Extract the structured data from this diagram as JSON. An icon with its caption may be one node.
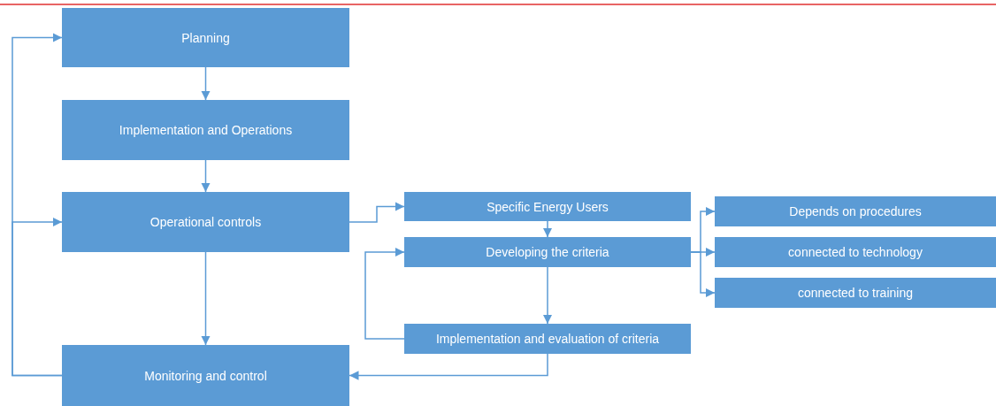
{
  "diagram": {
    "nodes": [
      {
        "text": [
          "Planning"
        ]
      },
      {
        "text": [
          "Implementation and Operations"
        ]
      },
      {
        "text": [
          "Operational controls"
        ]
      },
      {
        "text": [
          "Monitoring and control"
        ]
      },
      {
        "text": [
          "Specific Energy Users"
        ]
      },
      {
        "text": [
          "Developing the criteria"
        ]
      },
      {
        "text": [
          "Implementation and evaluation of criteria"
        ]
      },
      {
        "text": [
          "Depends on procedures"
        ]
      },
      {
        "text": [
          "connected to technology"
        ]
      },
      {
        "text": [
          "connected to training"
        ]
      }
    ],
    "edges": [
      {
        "from": 0,
        "to": 1,
        "arrow": "to"
      },
      {
        "from": 1,
        "to": 2,
        "arrow": "to"
      },
      {
        "from": 2,
        "to": 3,
        "arrow": "to"
      },
      {
        "from": 3,
        "to": 0,
        "arrow": "to"
      },
      {
        "from": 3,
        "to": 2,
        "arrow": "to"
      },
      {
        "from": 2,
        "to": 4,
        "arrow": "to"
      },
      {
        "from": 4,
        "to": 5,
        "arrow": "to"
      },
      {
        "from": 5,
        "to": 7,
        "arrow": "to"
      },
      {
        "from": 5,
        "to": 8,
        "arrow": "to"
      },
      {
        "from": 5,
        "to": 9,
        "arrow": "to"
      },
      {
        "from": 5,
        "to": 6,
        "arrow": "to"
      },
      {
        "from": 6,
        "to": 5,
        "arrow": "to"
      },
      {
        "from": 6,
        "to": 3,
        "arrow": "to"
      }
    ]
  }
}
